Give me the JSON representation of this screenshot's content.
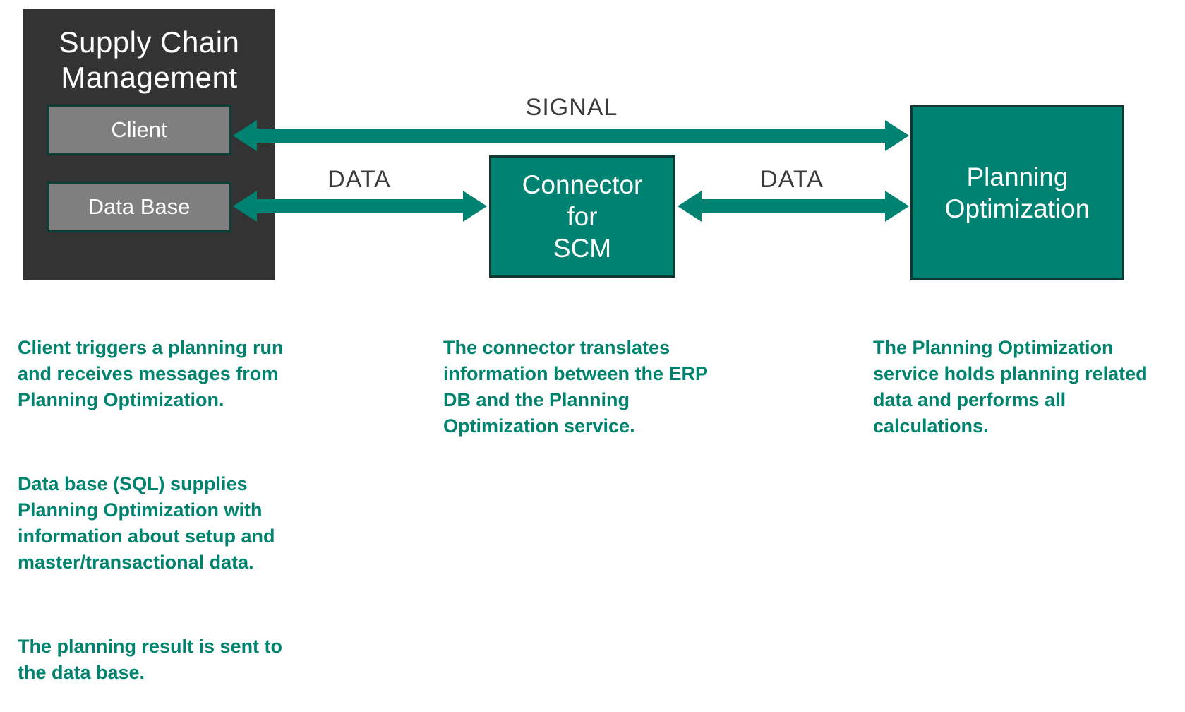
{
  "colors": {
    "teal": "#008272",
    "teal_text": "#00836E",
    "dark_box": "#333333",
    "gray_fill": "#7F7F7F",
    "gray_border": "#0D4038",
    "teal_border": "#0F3832",
    "label_gray": "#3A3A3A",
    "white": "#FFFFFF",
    "bg": "#FFFFFF"
  },
  "diagram": {
    "scm": {
      "title": "Supply Chain\nManagement",
      "client_label": "Client",
      "database_label": "Data Base"
    },
    "connector": {
      "label": "Connector\nfor\nSCM"
    },
    "planning": {
      "label": "Planning\nOptimization"
    },
    "arrows": [
      {
        "id": "signal",
        "label": "SIGNAL",
        "direction": "both",
        "from": "Planning Optimization",
        "to": "Client"
      },
      {
        "id": "data-left",
        "label": "DATA",
        "direction": "both",
        "from": "Data Base",
        "to": "Connector for SCM"
      },
      {
        "id": "data-right",
        "label": "DATA",
        "direction": "both",
        "from": "Connector for SCM",
        "to": "Planning Optimization"
      }
    ]
  },
  "descriptions": {
    "left": [
      "Client triggers a planning run\nand receives messages from\nPlanning Optimization.",
      "Data base (SQL) supplies\nPlanning Optimization with\ninformation about setup and\nmaster/transactional data.",
      "The planning result is sent to\nthe data base."
    ],
    "middle": [
      "The connector translates\ninformation between the ERP\nDB and the Planning\nOptimization service."
    ],
    "right": [
      "The Planning Optimization\nservice holds planning related\ndata and performs all\ncalculations."
    ]
  }
}
